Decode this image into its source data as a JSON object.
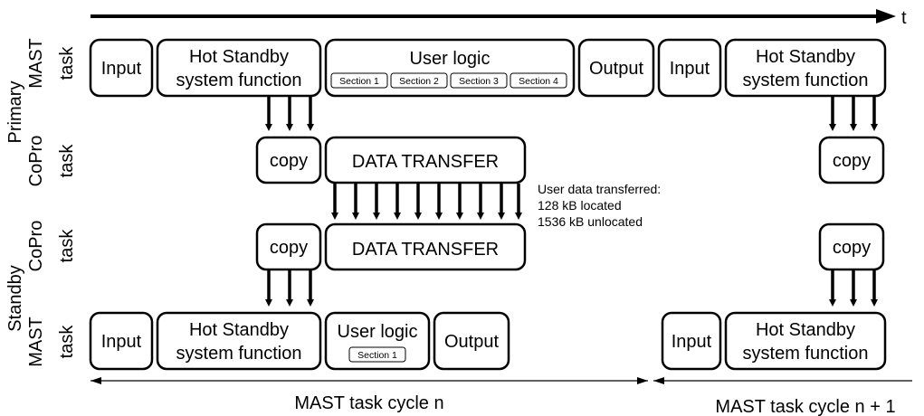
{
  "time_axis": {
    "label": "t"
  },
  "rows": {
    "primary_group": "Primary",
    "standby_group": "Standby",
    "mast_task_top": [
      "MAST",
      "task"
    ],
    "copro_task_top": [
      "CoPro",
      "task"
    ],
    "copro_task_bottom": [
      "CoPro",
      "task"
    ],
    "mast_task_bottom": [
      "MAST",
      "task"
    ]
  },
  "primary_mast": {
    "input": "Input",
    "hot_standby": [
      "Hot Standby",
      "system function"
    ],
    "user_logic": "User logic",
    "sections": [
      "Section 1",
      "Section 2",
      "Section 3",
      "Section 4"
    ],
    "output": "Output",
    "input2": "Input",
    "hot_standby2": [
      "Hot Standby",
      "system function"
    ]
  },
  "primary_copro": {
    "copy": "copy",
    "data_transfer": "DATA TRANSFER",
    "copy2": "copy"
  },
  "transfer_note": [
    "User data transferred:",
    "128 kB located",
    "1536 kB unlocated"
  ],
  "standby_copro": {
    "copy": "copy",
    "data_transfer": "DATA TRANSFER",
    "copy2": "copy"
  },
  "standby_mast": {
    "input": "Input",
    "hot_standby": [
      "Hot Standby",
      "system function"
    ],
    "user_logic": "User logic",
    "section": "Section 1",
    "output": "Output",
    "input2": "Input",
    "hot_standby2": [
      "Hot Standby",
      "system function"
    ]
  },
  "cycles": {
    "cycle_n": "MAST task cycle n",
    "cycle_n1": "MAST task cycle n + 1"
  }
}
